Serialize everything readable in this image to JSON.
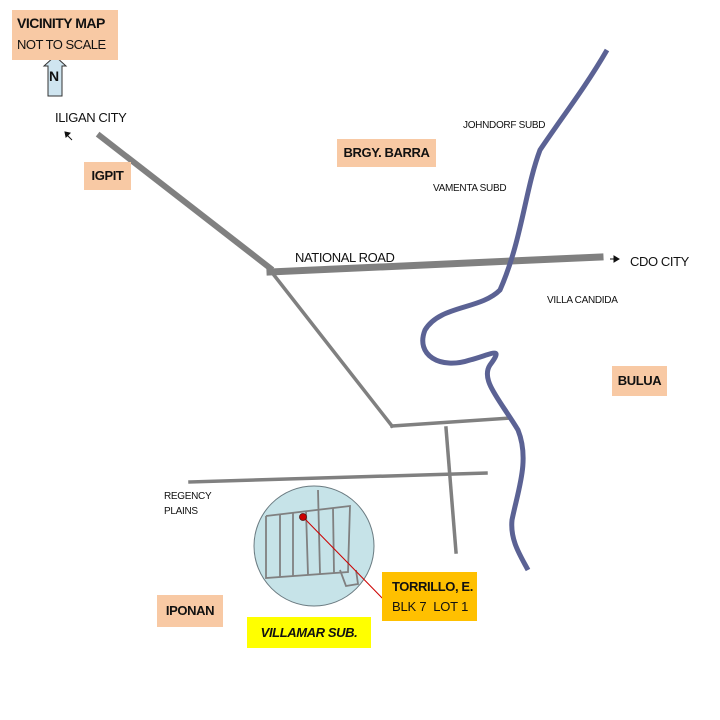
{
  "title": "VICINITY MAP",
  "subtitle": "NOT TO SCALE",
  "north": "N",
  "places": {
    "iligan_city": "ILIGAN CITY",
    "igpit": "IGPIT",
    "brgy_barra": "BRGY. BARRA",
    "johndorf": "JOHNDORF SUBD",
    "vamenta": "VAMENTA SUBD",
    "national_road": "NATIONAL ROAD",
    "cdo_city": "CDO CITY",
    "villa_candida": "VILLA CANDIDA",
    "bulua": "BULUA",
    "regency_plains": "REGENCY\nPLAINS",
    "iponan": "IPONAN",
    "villamar": "VILLAMAR SUB."
  },
  "lot": {
    "owner": "TORRILLO, E.",
    "location": "BLK 7  LOT 1"
  },
  "colors": {
    "road": "#808080",
    "river": "#5b6294",
    "label_box": "#f8c9a4",
    "subdivision_fill": "#c6e3e8",
    "subdivision_box": "#ffff00",
    "lot_box": "#ffc000",
    "marker": "#cc0000"
  }
}
